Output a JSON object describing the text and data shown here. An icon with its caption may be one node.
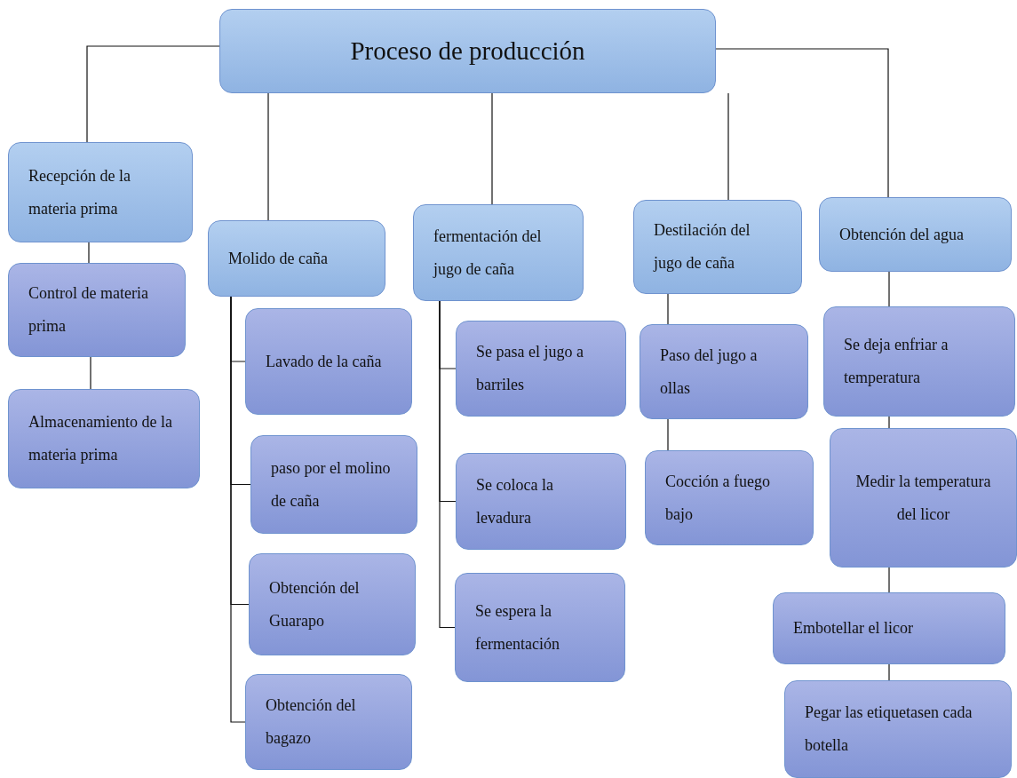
{
  "diagram": {
    "nodes": [
      {
        "text": [
          "Proceso de producción"
        ]
      },
      {
        "text": [
          "Recepción de la materia prima"
        ]
      },
      {
        "text": [
          "Control de materia prima"
        ]
      },
      {
        "text": [
          "Almacenamiento de la materia prima"
        ]
      },
      {
        "text": [
          "Molido de caña"
        ]
      },
      {
        "text": [
          "Lavado de la caña"
        ]
      },
      {
        "text": [
          "paso por el molino de caña"
        ]
      },
      {
        "text": [
          "Obtención del Guarapo"
        ]
      },
      {
        "text": [
          "Obtención del bagazo"
        ]
      },
      {
        "text": [
          "fermentación del jugo de caña"
        ]
      },
      {
        "text": [
          "Se pasa el jugo a barriles"
        ]
      },
      {
        "text": [
          "Se coloca la levadura"
        ]
      },
      {
        "text": [
          "Se espera la fermentación"
        ]
      },
      {
        "text": [
          "Destilación del jugo de caña"
        ]
      },
      {
        "text": [
          "Paso del jugo a ollas"
        ]
      },
      {
        "text": [
          "Cocción a fuego bajo"
        ]
      },
      {
        "text": [
          "Obtención del agua"
        ]
      },
      {
        "text": [
          "Se deja enfriar a temperatura"
        ]
      },
      {
        "text": [
          "Medir la temperatura del licor"
        ]
      },
      {
        "text": [
          "Embotellar el licor"
        ]
      },
      {
        "text": [
          "Pegar las etiquetasen cada botella"
        ]
      }
    ],
    "edges": [
      {
        "from": 0,
        "to": 1,
        "arrow": "none"
      },
      {
        "from": 0,
        "to": 4,
        "arrow": "none"
      },
      {
        "from": 0,
        "to": 9,
        "arrow": "none"
      },
      {
        "from": 0,
        "to": 13,
        "arrow": "none"
      },
      {
        "from": 0,
        "to": 16,
        "arrow": "none"
      },
      {
        "from": 1,
        "to": 2,
        "arrow": "none"
      },
      {
        "from": 2,
        "to": 3,
        "arrow": "none"
      },
      {
        "from": 4,
        "to": 5,
        "arrow": "none"
      },
      {
        "from": 4,
        "to": 6,
        "arrow": "none"
      },
      {
        "from": 4,
        "to": 7,
        "arrow": "none"
      },
      {
        "from": 4,
        "to": 8,
        "arrow": "none"
      },
      {
        "from": 9,
        "to": 10,
        "arrow": "none"
      },
      {
        "from": 9,
        "to": 11,
        "arrow": "none"
      },
      {
        "from": 9,
        "to": 12,
        "arrow": "none"
      },
      {
        "from": 13,
        "to": 14,
        "arrow": "none"
      },
      {
        "from": 14,
        "to": 15,
        "arrow": "none"
      },
      {
        "from": 16,
        "to": 17,
        "arrow": "none"
      },
      {
        "from": 17,
        "to": 18,
        "arrow": "none"
      },
      {
        "from": 18,
        "to": 19,
        "arrow": "none"
      },
      {
        "from": 19,
        "to": 20,
        "arrow": "none"
      }
    ]
  }
}
